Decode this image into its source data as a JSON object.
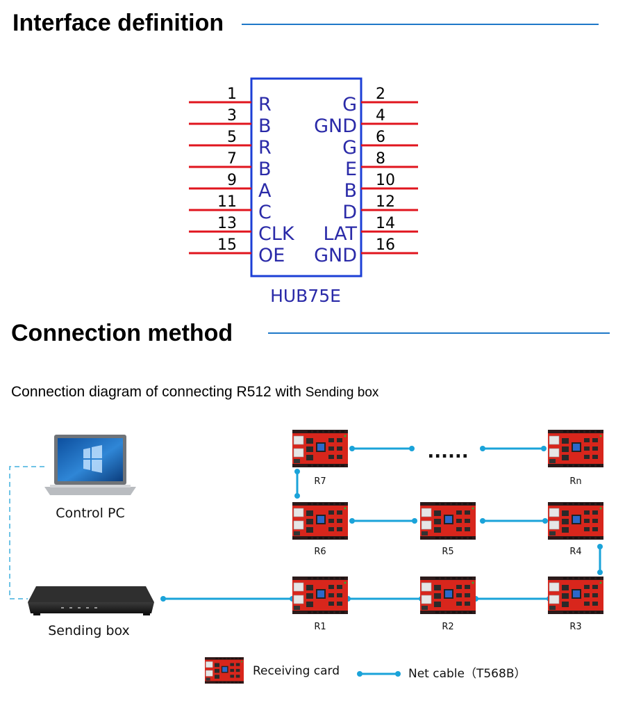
{
  "section_interface": {
    "title": "Interface definition"
  },
  "section_connection": {
    "title": "Connection method"
  },
  "subtitle": {
    "main": "Connection diagram of connecting R512 with ",
    "device": "Sending box"
  },
  "connector": {
    "name": "HUB75E",
    "left_pins": [
      {
        "num": "1",
        "signal": "R"
      },
      {
        "num": "3",
        "signal": "B"
      },
      {
        "num": "5",
        "signal": "R"
      },
      {
        "num": "7",
        "signal": "B"
      },
      {
        "num": "9",
        "signal": "A"
      },
      {
        "num": "11",
        "signal": "C"
      },
      {
        "num": "13",
        "signal": "CLK"
      },
      {
        "num": "15",
        "signal": "OE"
      }
    ],
    "right_pins": [
      {
        "num": "2",
        "signal": "G"
      },
      {
        "num": "4",
        "signal": "GND"
      },
      {
        "num": "6",
        "signal": "G"
      },
      {
        "num": "8",
        "signal": "E"
      },
      {
        "num": "10",
        "signal": "B"
      },
      {
        "num": "12",
        "signal": "D"
      },
      {
        "num": "14",
        "signal": "LAT"
      },
      {
        "num": "16",
        "signal": "GND"
      }
    ],
    "colors": {
      "pin_line": "#e0141e",
      "outline": "#1c3fd6",
      "text": "#2a2aa8"
    }
  },
  "diagram": {
    "control_pc": {
      "label": "Control PC",
      "icon": "laptop-icon"
    },
    "sending_box": {
      "label": "Sending box",
      "icon": "sending-box-icon"
    },
    "ellipsis": "......",
    "cards": [
      "R1",
      "R2",
      "R3",
      "R4",
      "R5",
      "R6",
      "R7",
      "Rn"
    ],
    "colors": {
      "cable": "#1aa3d9",
      "card_red": "#d8261c"
    }
  },
  "legend": {
    "receiving_card": "Receiving card",
    "net_cable": "Net cable（T568B）"
  }
}
